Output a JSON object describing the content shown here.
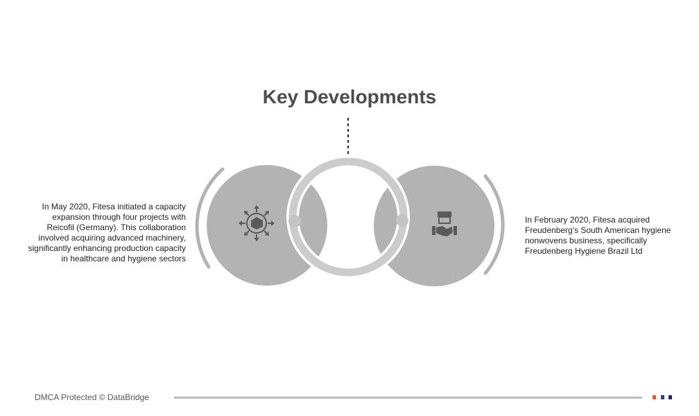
{
  "title": "Key Developments",
  "left": {
    "text": "In May 2020, Fitesa initiated a capacity expansion through four projects with Reicofil (Germany). This collaboration involved acquiring advanced machinery, significantly enhancing production capacity in healthcare and hygiene sectors",
    "icon": "global-distribution-icon"
  },
  "right": {
    "text": "In February 2020, Fitesa acquired Freudenberg's South American hygiene nonwovens business, specifically Freudenberg Hygiene Brazil Ltd",
    "icon": "acquisition-handshake-icon"
  },
  "footer": {
    "text": "DMCA Protected © DataBridge",
    "colors": [
      "#e8572a",
      "#2e3f8f",
      "#1f2a6b"
    ]
  }
}
